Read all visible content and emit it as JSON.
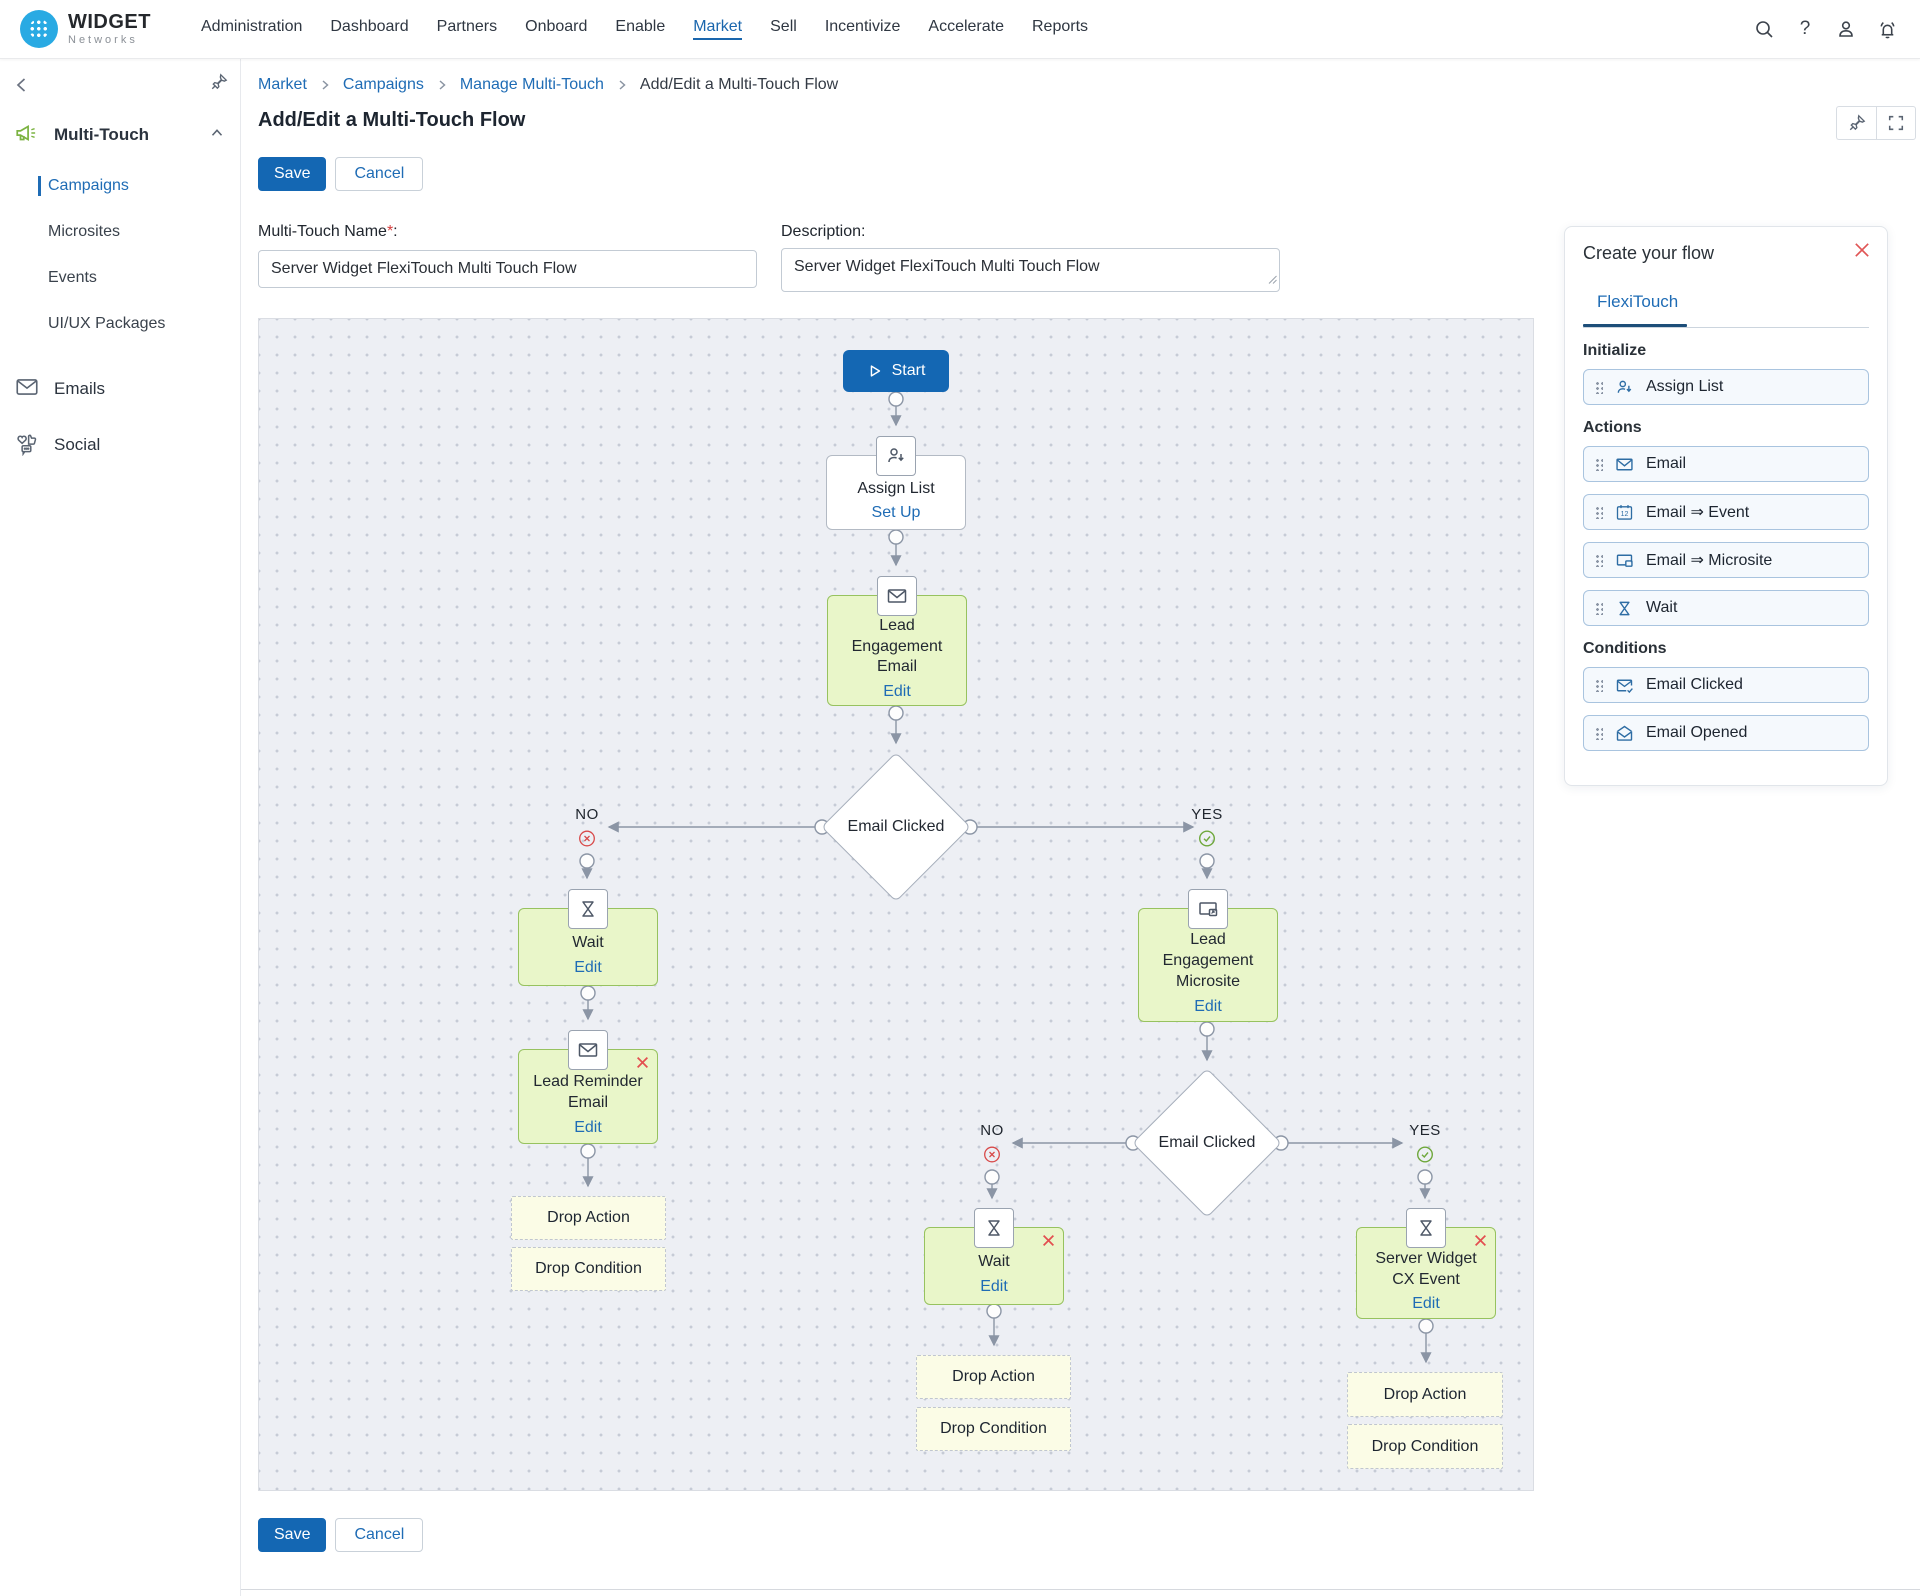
{
  "topnav": {
    "brand": {
      "title": "WIDGET",
      "subtitle": "Networks"
    },
    "items": [
      {
        "label": "Administration"
      },
      {
        "label": "Dashboard"
      },
      {
        "label": "Partners"
      },
      {
        "label": "Onboard"
      },
      {
        "label": "Enable"
      },
      {
        "label": "Market",
        "active": true
      },
      {
        "label": "Sell"
      },
      {
        "label": "Incentivize"
      },
      {
        "label": "Accelerate"
      },
      {
        "label": "Reports"
      }
    ],
    "help_glyph": "?"
  },
  "sidebar": {
    "multi_touch": {
      "label": "Multi-Touch"
    },
    "children": [
      {
        "label": "Campaigns",
        "active": true
      },
      {
        "label": "Microsites"
      },
      {
        "label": "Events"
      },
      {
        "label": "UI/UX Packages"
      }
    ],
    "emails": {
      "label": "Emails"
    },
    "social": {
      "label": "Social"
    }
  },
  "breadcrumb": {
    "items": [
      {
        "label": "Market"
      },
      {
        "label": "Campaigns"
      },
      {
        "label": "Manage Multi-Touch"
      },
      {
        "label": "Add/Edit a Multi-Touch Flow"
      }
    ]
  },
  "page": {
    "title": "Add/Edit a Multi-Touch Flow"
  },
  "actions": {
    "save": "Save",
    "cancel": "Cancel"
  },
  "form": {
    "name": {
      "label": "Multi-Touch Name",
      "required_mark": "*",
      "suffix": ":",
      "value": "Server Widget FlexiTouch Multi Touch Flow"
    },
    "description": {
      "label": "Description:",
      "value": "Server Widget FlexiTouch Multi Touch Flow"
    }
  },
  "panel": {
    "title": "Create your flow",
    "tab": "FlexiTouch",
    "sections": [
      {
        "label": "Initialize",
        "items": [
          {
            "label": "Assign List",
            "icon": "assign-list-icon"
          }
        ]
      },
      {
        "label": "Actions",
        "items": [
          {
            "label": "Email",
            "icon": "email-icon"
          },
          {
            "label": "Email ⇒ Event",
            "icon": "calendar-event-icon"
          },
          {
            "label": "Email ⇒ Microsite",
            "icon": "microsite-icon"
          },
          {
            "label": "Wait",
            "icon": "hourglass-icon"
          }
        ]
      },
      {
        "label": "Conditions",
        "items": [
          {
            "label": "Email Clicked",
            "icon": "email-clicked-icon"
          },
          {
            "label": "Email Opened",
            "icon": "email-opened-icon"
          }
        ]
      }
    ]
  },
  "flow": {
    "start_label": "Start",
    "no_label": "NO",
    "yes_label": "YES",
    "drop_action_label": "Drop Action",
    "drop_condition_label": "Drop Condition",
    "nodes": {
      "assign_list": {
        "title": "Assign List",
        "action": "Set Up"
      },
      "lead_engagement_email": {
        "title": "Lead Engagement Email",
        "action": "Edit"
      },
      "email_clicked_1": {
        "title": "Email Clicked"
      },
      "wait_1": {
        "title": "Wait",
        "action": "Edit"
      },
      "lead_engagement_microsite": {
        "title": "Lead Engagement Microsite",
        "action": "Edit"
      },
      "lead_reminder_email": {
        "title": "Lead Reminder Email",
        "action": "Edit"
      },
      "email_clicked_2": {
        "title": "Email Clicked"
      },
      "wait_2": {
        "title": "Wait",
        "action": "Edit"
      },
      "server_widget_cx_event": {
        "title": "Server Widget CX Event",
        "action": "Edit"
      }
    },
    "icons": {
      "calendar_day": "12"
    }
  },
  "colors": {
    "accent": "#1467b3",
    "link": "#1f6cb5",
    "node_green_bg": "#e9f6c9",
    "node_green_border": "#97c25f",
    "danger": "#e34f4f",
    "success": "#6fa83c",
    "wire": "#8b95a5",
    "brand_blue": "#29aae3"
  }
}
